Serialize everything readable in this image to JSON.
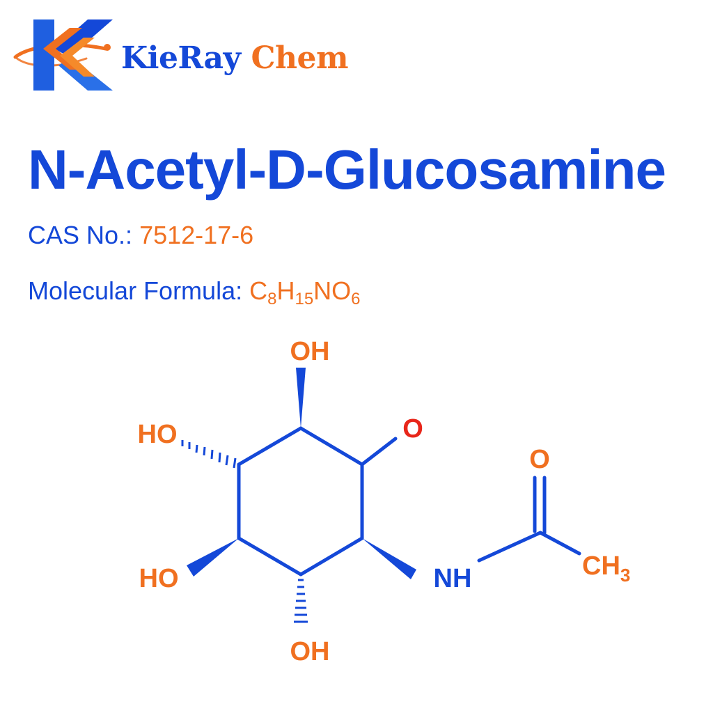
{
  "brand": {
    "name_part1": "KieRay",
    "name_part2": "Chem"
  },
  "compound": {
    "name": "N-Acetyl-D-Glucosamine",
    "cas_label": "CAS No.:",
    "cas_value": "7512-17-6",
    "formula_label": "Molecular Formula:",
    "formula": {
      "C": "C",
      "C_count": "8",
      "H": "H",
      "H_count": "15",
      "NO": "NO",
      "O_count": "6"
    }
  },
  "structure": {
    "atom_labels": {
      "oh_top": "OH",
      "ho_upper_left": "HO",
      "ring_oxygen": "O",
      "ho_lower_left": "HO",
      "oh_bottom": "OH",
      "nh": "NH",
      "carbonyl_o": "O",
      "methyl_ch": "CH",
      "methyl_sub": "3"
    }
  },
  "colors": {
    "primary_blue": "#1448d8",
    "accent_orange": "#f07020",
    "oxygen_red": "#e8261a"
  },
  "icons": {
    "logo": "kieray-k-logo-icon"
  }
}
